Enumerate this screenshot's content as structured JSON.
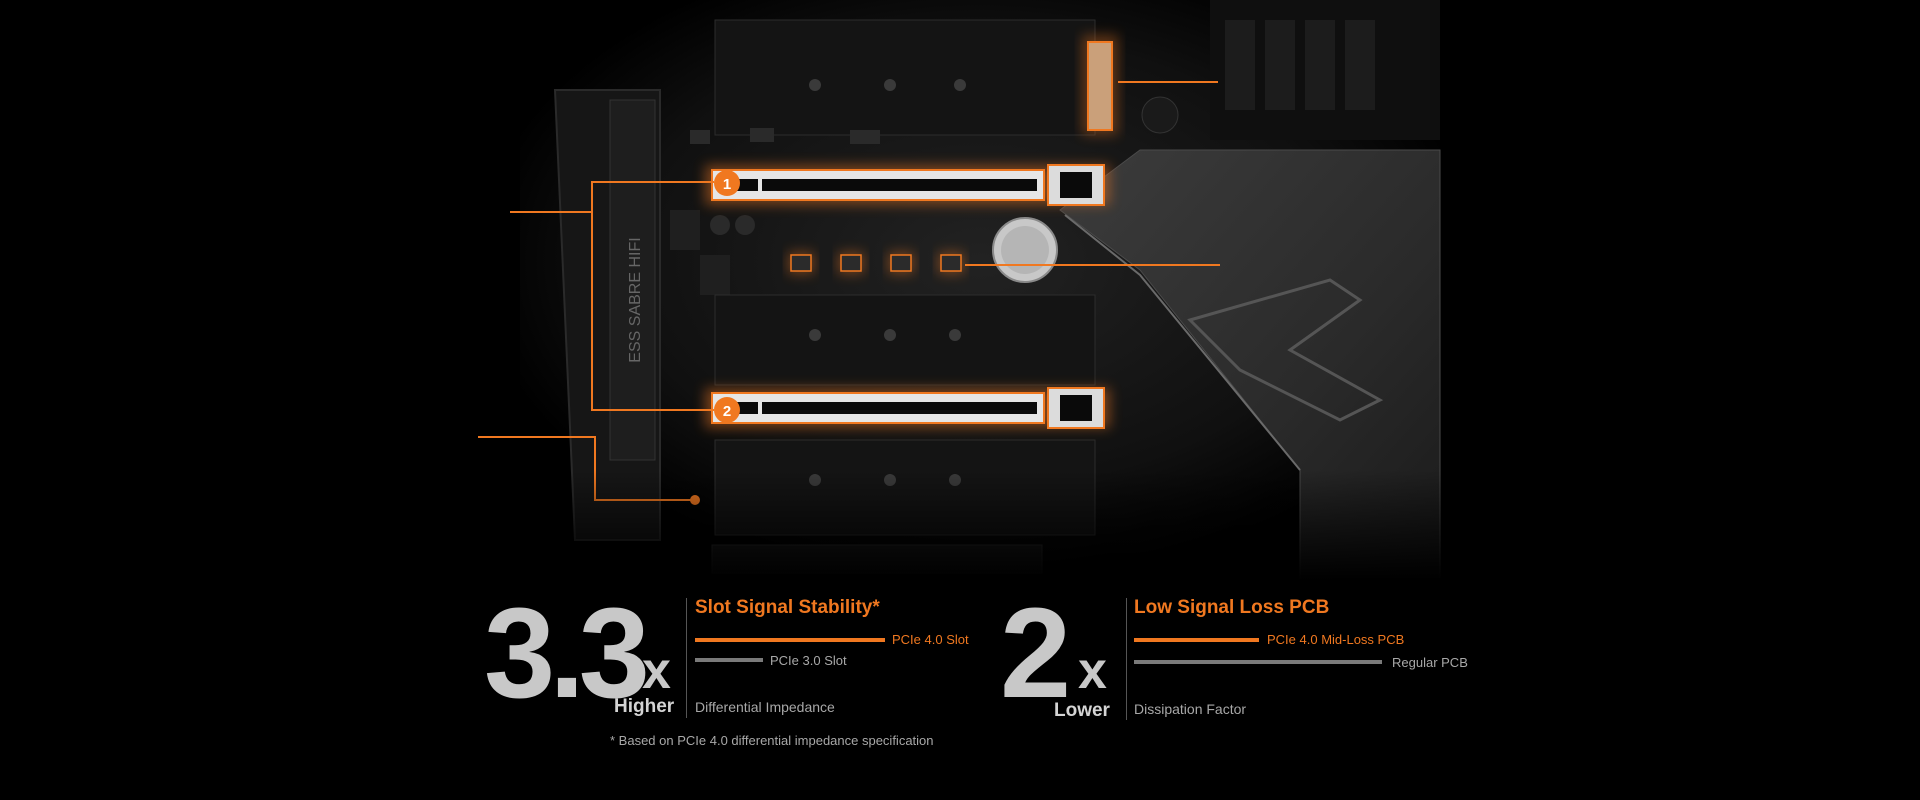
{
  "colors": {
    "accent": "#f07820",
    "bar_gray": "#7a7a7a",
    "big_number": "#c8c8c8",
    "background": "#000000"
  },
  "board": {
    "slot_markers": [
      "1",
      "2"
    ],
    "silkscreen_text": "ESS SABRE HIFI"
  },
  "stats": [
    {
      "number": "3.3",
      "suffix": "x",
      "word": "Higher",
      "heading": "Slot Signal Stability*",
      "bars": [
        {
          "label": "PCIe 4.0 Slot",
          "highlight": true
        },
        {
          "label": "PCIe 3.0 Slot",
          "highlight": false
        }
      ],
      "caption": "Differential Impedance"
    },
    {
      "number": "2",
      "suffix": "x",
      "word": "Lower",
      "heading": "Low Signal Loss PCB",
      "bars": [
        {
          "label": "PCIe 4.0 Mid-Loss PCB",
          "highlight": true
        },
        {
          "label": "Regular PCB",
          "highlight": false
        }
      ],
      "caption": "Dissipation Factor"
    }
  ],
  "footnote": "* Based on PCIe 4.0 differential impedance specification"
}
